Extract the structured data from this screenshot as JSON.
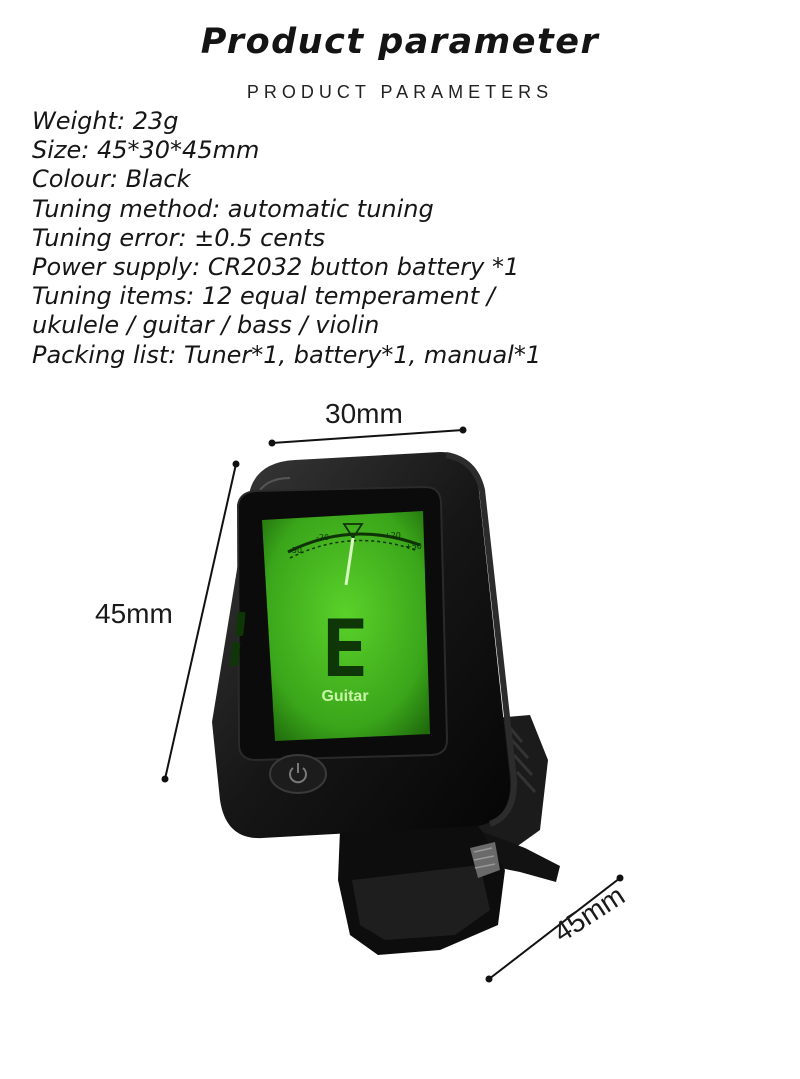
{
  "title": "Product parameter",
  "subtitle": "PRODUCT PARAMETERS",
  "specs": [
    "Weight: 23g",
    "Size: 45*30*45mm",
    "Colour: Black",
    "Tuning method: automatic tuning",
    "Tuning error: ±0.5 cents",
    "Power supply: CR2032 button battery *1",
    "Tuning items: 12 equal temperament /",
    "ukulele / guitar / bass / violin",
    "Packing list: Tuner*1, battery*1, manual*1"
  ],
  "dimensions": {
    "width": "30mm",
    "height": "45mm",
    "depth": "45mm"
  },
  "display": {
    "note": "E",
    "mode": "Guitar",
    "scale": [
      "-50",
      "-20",
      "+20",
      "+50"
    ],
    "backlight_color": "#43b81c"
  },
  "icons": {
    "power": "power-icon"
  }
}
